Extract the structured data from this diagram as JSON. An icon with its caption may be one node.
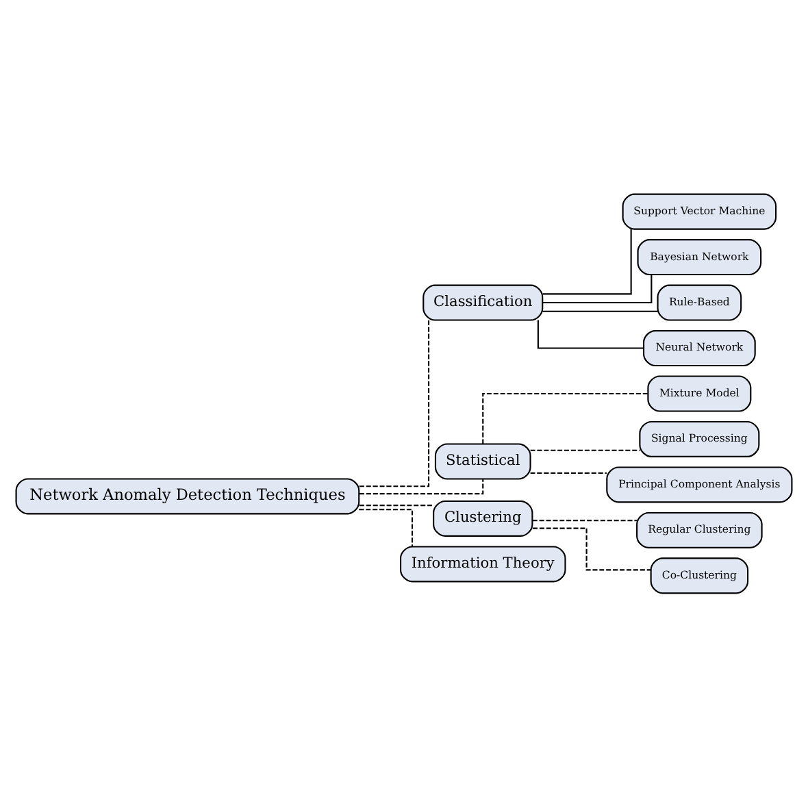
{
  "diagram": {
    "nodes": [
      {
        "text": [
          "Network Anomaly Detection Techniques"
        ]
      },
      {
        "text": [
          "Classification"
        ]
      },
      {
        "text": [
          "Support Vector Machine"
        ]
      },
      {
        "text": [
          "Bayesian Network"
        ]
      },
      {
        "text": [
          "Rule-Based"
        ]
      },
      {
        "text": [
          "Neural Network"
        ]
      },
      {
        "text": [
          "Statistical"
        ]
      },
      {
        "text": [
          "Mixture Model"
        ]
      },
      {
        "text": [
          "Signal Processing"
        ]
      },
      {
        "text": [
          "Principal Component Analysis"
        ]
      },
      {
        "text": [
          "Clustering"
        ]
      },
      {
        "text": [
          "Regular Clustering"
        ]
      },
      {
        "text": [
          "Co-Clustering"
        ]
      },
      {
        "text": [
          "Information Theory"
        ]
      }
    ],
    "edges": [
      {
        "from": 0,
        "to": 1,
        "arrow": "none",
        "style": "dashed"
      },
      {
        "from": 0,
        "to": 6,
        "arrow": "none",
        "style": "dashed"
      },
      {
        "from": 0,
        "to": 10,
        "arrow": "none",
        "style": "dashed"
      },
      {
        "from": 0,
        "to": 13,
        "arrow": "none",
        "style": "dashed"
      },
      {
        "from": 1,
        "to": 2,
        "arrow": "none"
      },
      {
        "from": 1,
        "to": 3,
        "arrow": "none"
      },
      {
        "from": 1,
        "to": 4,
        "arrow": "none"
      },
      {
        "from": 1,
        "to": 5,
        "arrow": "none"
      },
      {
        "from": 6,
        "to": 7,
        "arrow": "none",
        "style": "dashed"
      },
      {
        "from": 6,
        "to": 8,
        "arrow": "none",
        "style": "dashed"
      },
      {
        "from": 6,
        "to": 9,
        "arrow": "none",
        "style": "dashed"
      },
      {
        "from": 10,
        "to": 11,
        "arrow": "none",
        "style": "dashed"
      },
      {
        "from": 10,
        "to": 12,
        "arrow": "none",
        "style": "dashed"
      }
    ]
  }
}
